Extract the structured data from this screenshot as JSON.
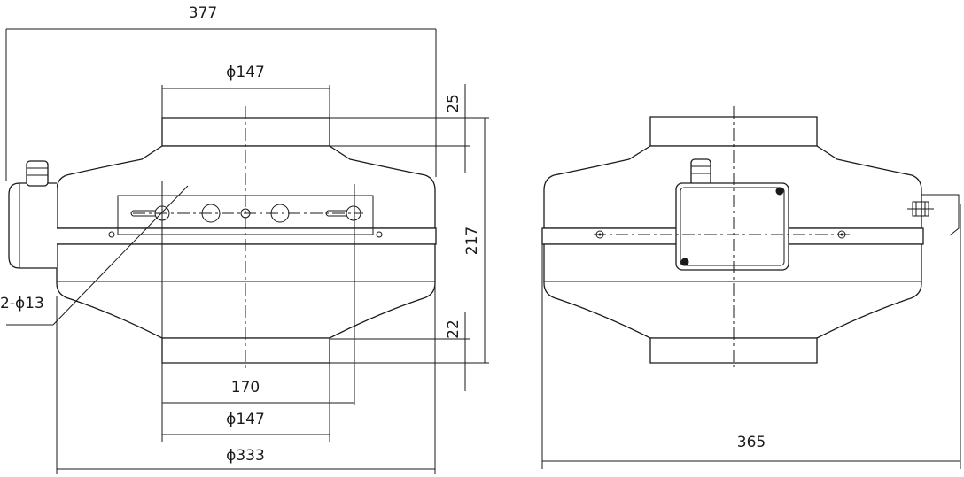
{
  "front_view": {
    "dims": {
      "overall_width": "377",
      "outlet_dia_top": "ϕ147",
      "top_collar_height": "25",
      "overall_height": "217",
      "bottom_collar_height": "22",
      "mount_hole_spacing": "170",
      "outlet_dia_bottom": "ϕ147",
      "body_dia": "ϕ333",
      "mount_holes": "2-ϕ13"
    }
  },
  "side_view": {
    "dims": {
      "overall_depth": "365"
    }
  }
}
